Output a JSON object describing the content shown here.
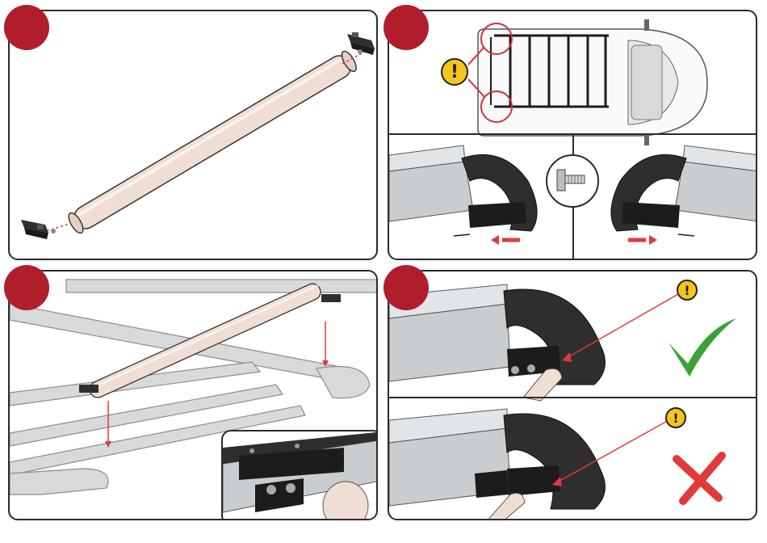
{
  "colors": {
    "badge": "#b01e2b",
    "roller": "#f0ddd3",
    "bracket": "#2e2e2e",
    "rail": "#c9cdd0",
    "arrow": "#e23a3a",
    "check": "#3aa335",
    "cross": "#e23a3a",
    "warn": "#f4c51c"
  },
  "warning_symbol": "!",
  "panels": [
    {
      "name": "roller-assembly-step"
    },
    {
      "name": "van-roof-rack-overview-step"
    },
    {
      "name": "roller-mount-on-rack-step"
    },
    {
      "name": "bracket-position-check-step"
    }
  ],
  "icons": [
    "warning-icon",
    "check-mark-icon",
    "cross-mark-icon",
    "t-bolt-icon"
  ]
}
